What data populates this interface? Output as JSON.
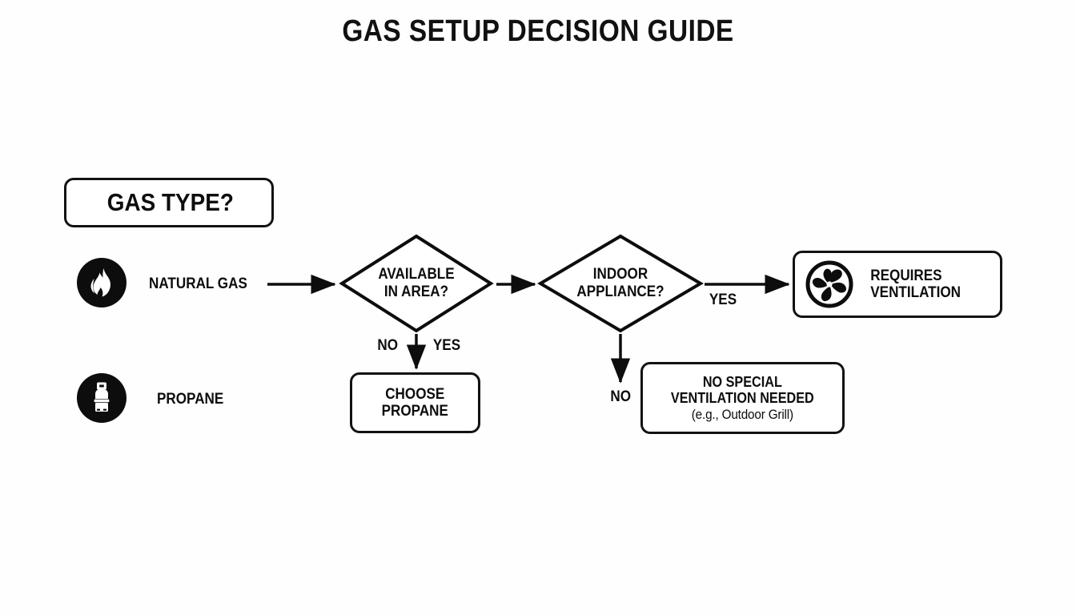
{
  "title": "GAS SETUP DECISION GUIDE",
  "background_color": "#fefefe",
  "ink_color": "#0d0d0d",
  "legend": {
    "header_label": "GAS TYPE?",
    "items": [
      {
        "icon": "flame-icon",
        "label": "NATURAL GAS"
      },
      {
        "icon": "propane-tank-icon",
        "label": "PROPANE"
      }
    ]
  },
  "nodes": {
    "decision_available": {
      "line1": "AVAILABLE",
      "line2": "IN AREA?"
    },
    "decision_indoor": {
      "line1": "INDOOR",
      "line2": "APPLIANCE?"
    },
    "choose_propane": {
      "line1": "CHOOSE",
      "line2": "PROPANE"
    },
    "requires_ventilation": {
      "icon": "fan-icon",
      "line1": "REQUIRES",
      "line2": "VENTILATION"
    },
    "no_special_ventilation": {
      "line1": "NO SPECIAL",
      "line2": "VENTILATION NEEDED",
      "line3": "(e.g., Outdoor Grill)"
    }
  },
  "edge_labels": {
    "available_no": "NO",
    "available_yes": "YES",
    "indoor_yes": "YES",
    "indoor_no": "NO"
  },
  "chart_data": {
    "type": "flowchart",
    "title": "GAS SETUP DECISION GUIDE",
    "nodes": [
      {
        "id": "gas_type",
        "shape": "rounded-rect",
        "text": "GAS TYPE?"
      },
      {
        "id": "natural_gas",
        "shape": "icon-label",
        "text": "NATURAL GAS",
        "icon": "flame-icon"
      },
      {
        "id": "propane",
        "shape": "icon-label",
        "text": "PROPANE",
        "icon": "propane-tank-icon"
      },
      {
        "id": "available_in_area",
        "shape": "diamond",
        "text": "AVAILABLE IN AREA?"
      },
      {
        "id": "indoor_appliance",
        "shape": "diamond",
        "text": "INDOOR APPLIANCE?"
      },
      {
        "id": "choose_propane",
        "shape": "rounded-rect",
        "text": "CHOOSE PROPANE"
      },
      {
        "id": "requires_ventilation",
        "shape": "rounded-rect",
        "text": "REQUIRES VENTILATION",
        "icon": "fan-icon"
      },
      {
        "id": "no_special_ventilation",
        "shape": "rounded-rect",
        "text": "NO SPECIAL VENTILATION NEEDED (e.g., Outdoor Grill)"
      }
    ],
    "edges": [
      {
        "from": "natural_gas",
        "to": "available_in_area",
        "label": ""
      },
      {
        "from": "available_in_area",
        "to": "indoor_appliance",
        "label": ""
      },
      {
        "from": "available_in_area",
        "to": "choose_propane",
        "label": "NO / YES"
      },
      {
        "from": "indoor_appliance",
        "to": "requires_ventilation",
        "label": "YES"
      },
      {
        "from": "indoor_appliance",
        "to": "no_special_ventilation",
        "label": "NO"
      }
    ]
  }
}
